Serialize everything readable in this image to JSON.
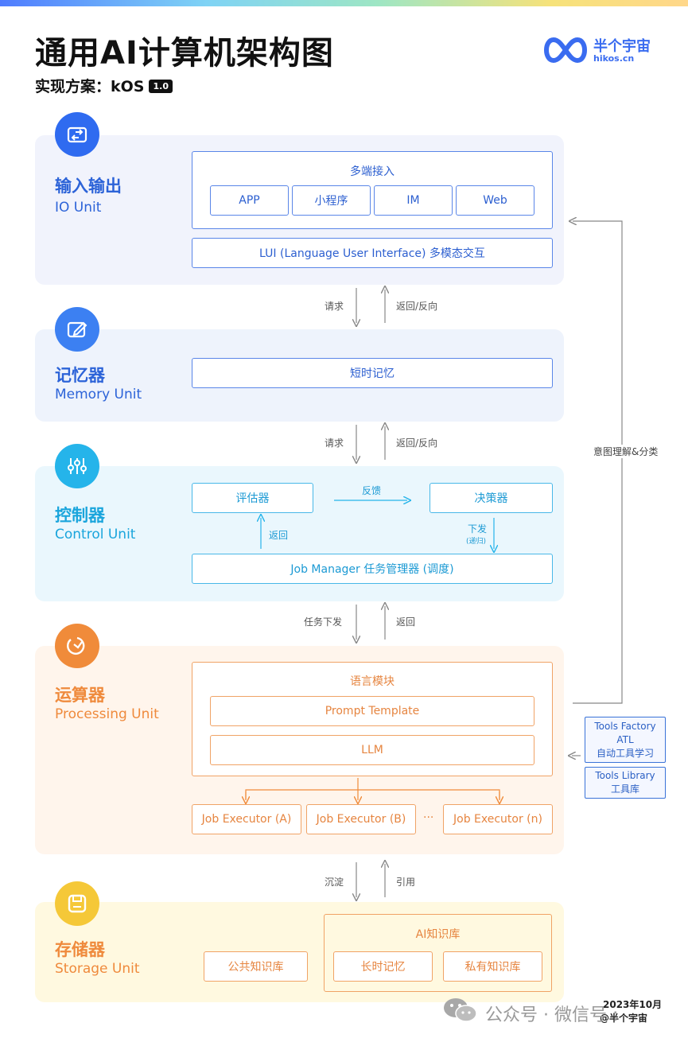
{
  "header": {
    "title": "通用AI计算机架构图",
    "subtitle_prefix": "实现方案：kOS",
    "version": "1.0",
    "logo_name": "半个宇宙",
    "logo_domain": "hikos.cn"
  },
  "units": {
    "io": {
      "cn": "输入输出",
      "en": "IO Unit",
      "multi_title": "多端接入",
      "endpoints": [
        "APP",
        "小程序",
        "IM",
        "Web"
      ],
      "lui": "LUI (Language User Interface) 多模态交互"
    },
    "memory": {
      "cn": "记忆器",
      "en": "Memory Unit",
      "short_term": "短时记忆"
    },
    "control": {
      "cn": "控制器",
      "en": "Control Unit",
      "evaluator": "评估器",
      "decider": "决策器",
      "feedback": "反馈",
      "return": "返回",
      "dispatch": "下发",
      "recursive": "(递归)",
      "job_manager": "Job Manager 任务管理器 (调度)"
    },
    "processing": {
      "cn": "运算器",
      "en": "Processing Unit",
      "lang_module": "语言模块",
      "prompt_template": "Prompt Template",
      "llm": "LLM",
      "executors": [
        "Job Executor (A)",
        "Job Executor (B)",
        "Job Executor (n)"
      ],
      "ellipsis": "···"
    },
    "storage": {
      "cn": "存储器",
      "en": "Storage Unit",
      "public_kb": "公共知识库",
      "ai_kb": "AI知识库",
      "long_term": "长时记忆",
      "private_kb": "私有知识库"
    }
  },
  "connectors": {
    "io_mem": {
      "down": "请求",
      "up": "返回/反向"
    },
    "mem_ctl": {
      "down": "请求",
      "up": "返回/反向"
    },
    "ctl_proc": {
      "down": "任务下发",
      "up": "返回"
    },
    "proc_sto": {
      "down": "沉淀",
      "up": "引用"
    }
  },
  "side": {
    "intent": "意图理解&分类",
    "tools_factory": [
      "Tools Factory",
      "ATL",
      "自动工具学习"
    ],
    "tools_library": [
      "Tools Library",
      "工具库"
    ]
  },
  "footer": {
    "date": "2023年10月",
    "watermark": "公众号 · 微信号 :",
    "author": "@半个宇宙"
  },
  "colors": {
    "io": "#2f6bf0",
    "memory": "#3c80f2",
    "control": "#25b4ea",
    "processing": "#f08b3a",
    "storage": "#f5c838"
  }
}
